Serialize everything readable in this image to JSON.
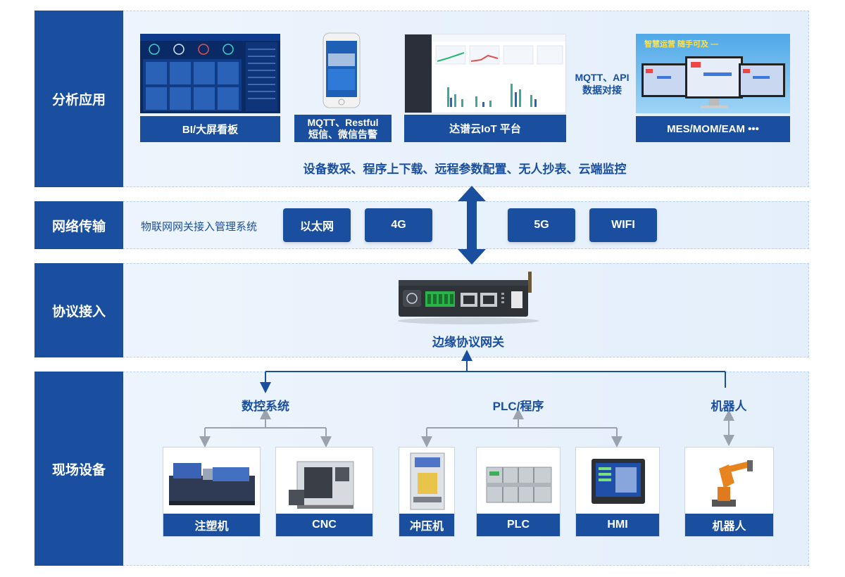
{
  "layers": {
    "analysis": "分析应用",
    "network": "网络传输",
    "protocol": "协议接入",
    "field": "现场设备"
  },
  "analysis": {
    "bi_label": "BI/大屏看板",
    "mqtt_restful_line1": "MQTT、Restful",
    "mqtt_restful_line2": "短信、微信告警",
    "iot_label": "达谱云IoT 平台",
    "mqtt_api_line1": "MQTT、API",
    "mqtt_api_line2": "数据对接",
    "mes_label": "MES/MOM/EAM •••",
    "mes_slogan": "智慧运营 随手可及 —",
    "functions": "设备数采、程序上下载、远程参数配置、无人抄表、云端监控"
  },
  "network": {
    "system_label": "物联网网关接入管理系统",
    "ethernet": "以太网",
    "g4": "4G",
    "g5": "5G",
    "wifi": "WIFI"
  },
  "protocol": {
    "gateway_label": "边缘协议网关"
  },
  "field": {
    "cnc_system": "数控系统",
    "plc_program": "PLC/程序",
    "robot_group": "机器人",
    "devices": [
      "注塑机",
      "CNC",
      "冲压机",
      "PLC",
      "HMI",
      "机器人"
    ]
  },
  "colors": {
    "primary": "#1a4fa0",
    "band_bg": "#e8f1fb",
    "band_border": "#b9d2ee",
    "connector": "#1a4fa0",
    "gray_connector": "#9aa3ad"
  }
}
